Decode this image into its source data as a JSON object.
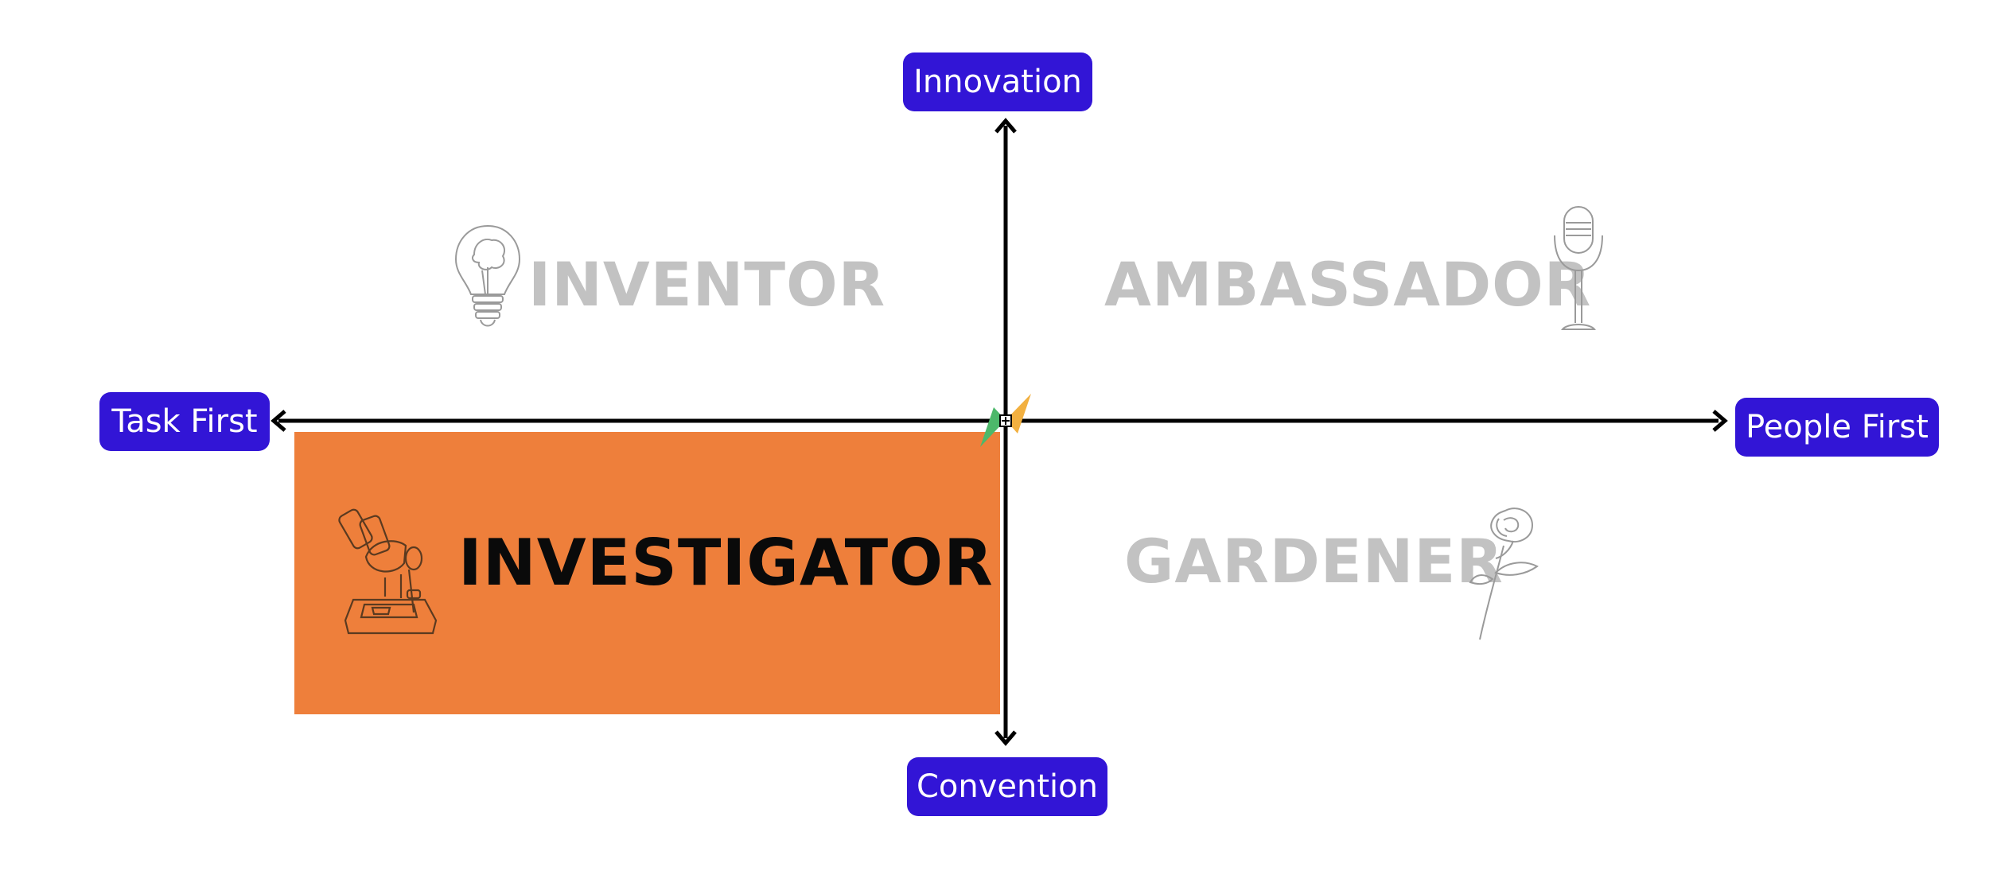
{
  "axes": {
    "top": "Innovation",
    "bottom": "Convention",
    "left": "Task First",
    "right": "People First"
  },
  "quadrants": {
    "top_left": {
      "label": "INVENTOR",
      "icon": "lightbulb-icon"
    },
    "top_right": {
      "label": "AMBASSADOR",
      "icon": "microphone-icon"
    },
    "bottom_left": {
      "label": "INVESTIGATOR",
      "icon": "microscope-icon",
      "highlighted": true
    },
    "bottom_right": {
      "label": "GARDENER",
      "icon": "rose-icon"
    }
  },
  "colors": {
    "pill": "#3215d6",
    "highlight": "#ee7f3b",
    "muted_label": "#c2c2c2",
    "pointer_orange": "#f2b040",
    "pointer_green": "#4cb86a"
  }
}
